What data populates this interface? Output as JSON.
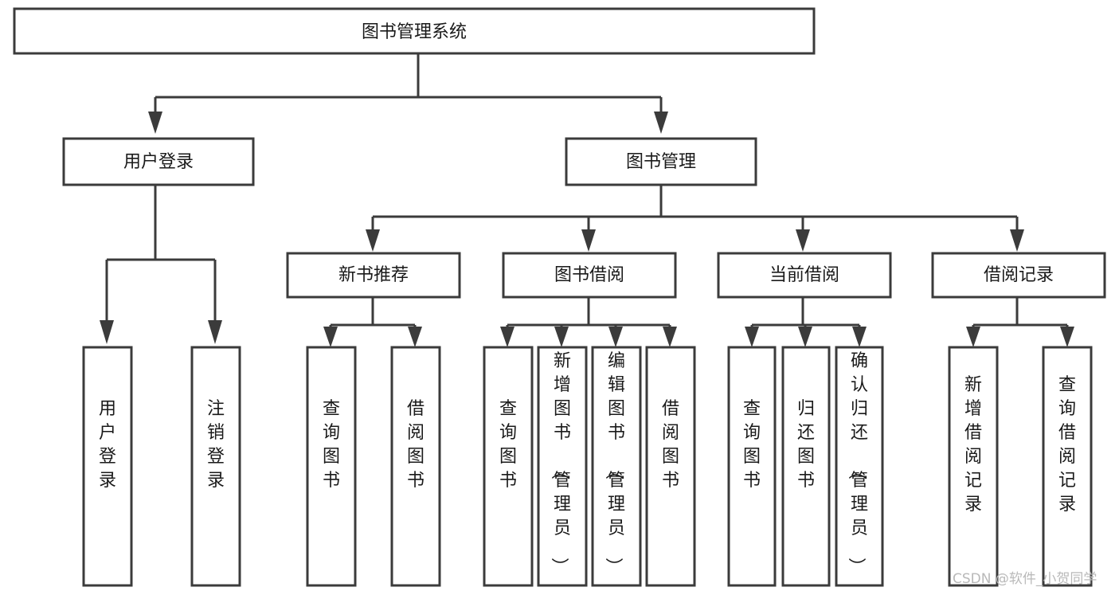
{
  "diagram": {
    "type": "tree-hierarchy",
    "title": "图书管理系统",
    "watermark": "CSDN @软件_小贺同学",
    "colors": {
      "stroke": "#3b3b3b",
      "box_fill": "#ffffff",
      "text": "#1a1a1a",
      "background": "#ffffff",
      "watermark": "#b9b9b9"
    },
    "levels": {
      "root_label": "图书管理系统",
      "level2": [
        "用户登录",
        "图书管理"
      ],
      "level3": [
        "新书推荐",
        "图书借阅",
        "当前借阅",
        "借阅记录"
      ]
    },
    "nodes": {
      "root": {
        "label": "图书管理系统",
        "orientation": "horizontal"
      },
      "user_login": {
        "label": "用户登录",
        "orientation": "horizontal"
      },
      "book_manage": {
        "label": "图书管理",
        "orientation": "horizontal"
      },
      "new_book_rec": {
        "label": "新书推荐",
        "orientation": "horizontal"
      },
      "book_borrow": {
        "label": "图书借阅",
        "orientation": "horizontal"
      },
      "current_borrow": {
        "label": "当前借阅",
        "orientation": "horizontal"
      },
      "borrow_record": {
        "label": "借阅记录",
        "orientation": "horizontal"
      },
      "leaf_user_login": {
        "label": "用户登录",
        "orientation": "vertical"
      },
      "leaf_logout": {
        "label": "注销登录",
        "orientation": "vertical"
      },
      "leaf_query_book_1": {
        "label": "查询图书",
        "orientation": "vertical"
      },
      "leaf_borrow_book_1": {
        "label": "借阅图书",
        "orientation": "vertical"
      },
      "leaf_query_book_2": {
        "label": "查询图书",
        "orientation": "vertical"
      },
      "leaf_add_book": {
        "label": "新增图书（管理员）",
        "orientation": "vertical"
      },
      "leaf_edit_book": {
        "label": "编辑图书（管理员）",
        "orientation": "vertical"
      },
      "leaf_borrow_book_2": {
        "label": "借阅图书",
        "orientation": "vertical"
      },
      "leaf_query_book_3": {
        "label": "查询图书",
        "orientation": "vertical"
      },
      "leaf_return_book": {
        "label": "归还图书",
        "orientation": "vertical"
      },
      "leaf_confirm_return": {
        "label": "确认归还（管理员）",
        "orientation": "vertical"
      },
      "leaf_add_record": {
        "label": "新增借阅记录",
        "orientation": "vertical"
      },
      "leaf_query_record": {
        "label": "查询借阅记录",
        "orientation": "vertical"
      }
    },
    "edges": [
      {
        "from": "root",
        "to": "用户登录"
      },
      {
        "from": "root",
        "to": "图书管理"
      },
      {
        "from": "用户登录",
        "to": "用户登录(叶)"
      },
      {
        "from": "用户登录",
        "to": "注销登录"
      },
      {
        "from": "图书管理",
        "to": "新书推荐"
      },
      {
        "from": "图书管理",
        "to": "图书借阅"
      },
      {
        "from": "图书管理",
        "to": "当前借阅"
      },
      {
        "from": "图书管理",
        "to": "借阅记录"
      },
      {
        "from": "新书推荐",
        "to": "查询图书"
      },
      {
        "from": "新书推荐",
        "to": "借阅图书"
      },
      {
        "from": "图书借阅",
        "to": "查询图书"
      },
      {
        "from": "图书借阅",
        "to": "新增图书（管理员）"
      },
      {
        "from": "图书借阅",
        "to": "编辑图书（管理员）"
      },
      {
        "from": "图书借阅",
        "to": "借阅图书"
      },
      {
        "from": "当前借阅",
        "to": "查询图书"
      },
      {
        "from": "当前借阅",
        "to": "归还图书"
      },
      {
        "from": "当前借阅",
        "to": "确认归还（管理员）"
      },
      {
        "from": "借阅记录",
        "to": "新增借阅记录"
      },
      {
        "from": "借阅记录",
        "to": "查询借阅记录"
      }
    ]
  }
}
